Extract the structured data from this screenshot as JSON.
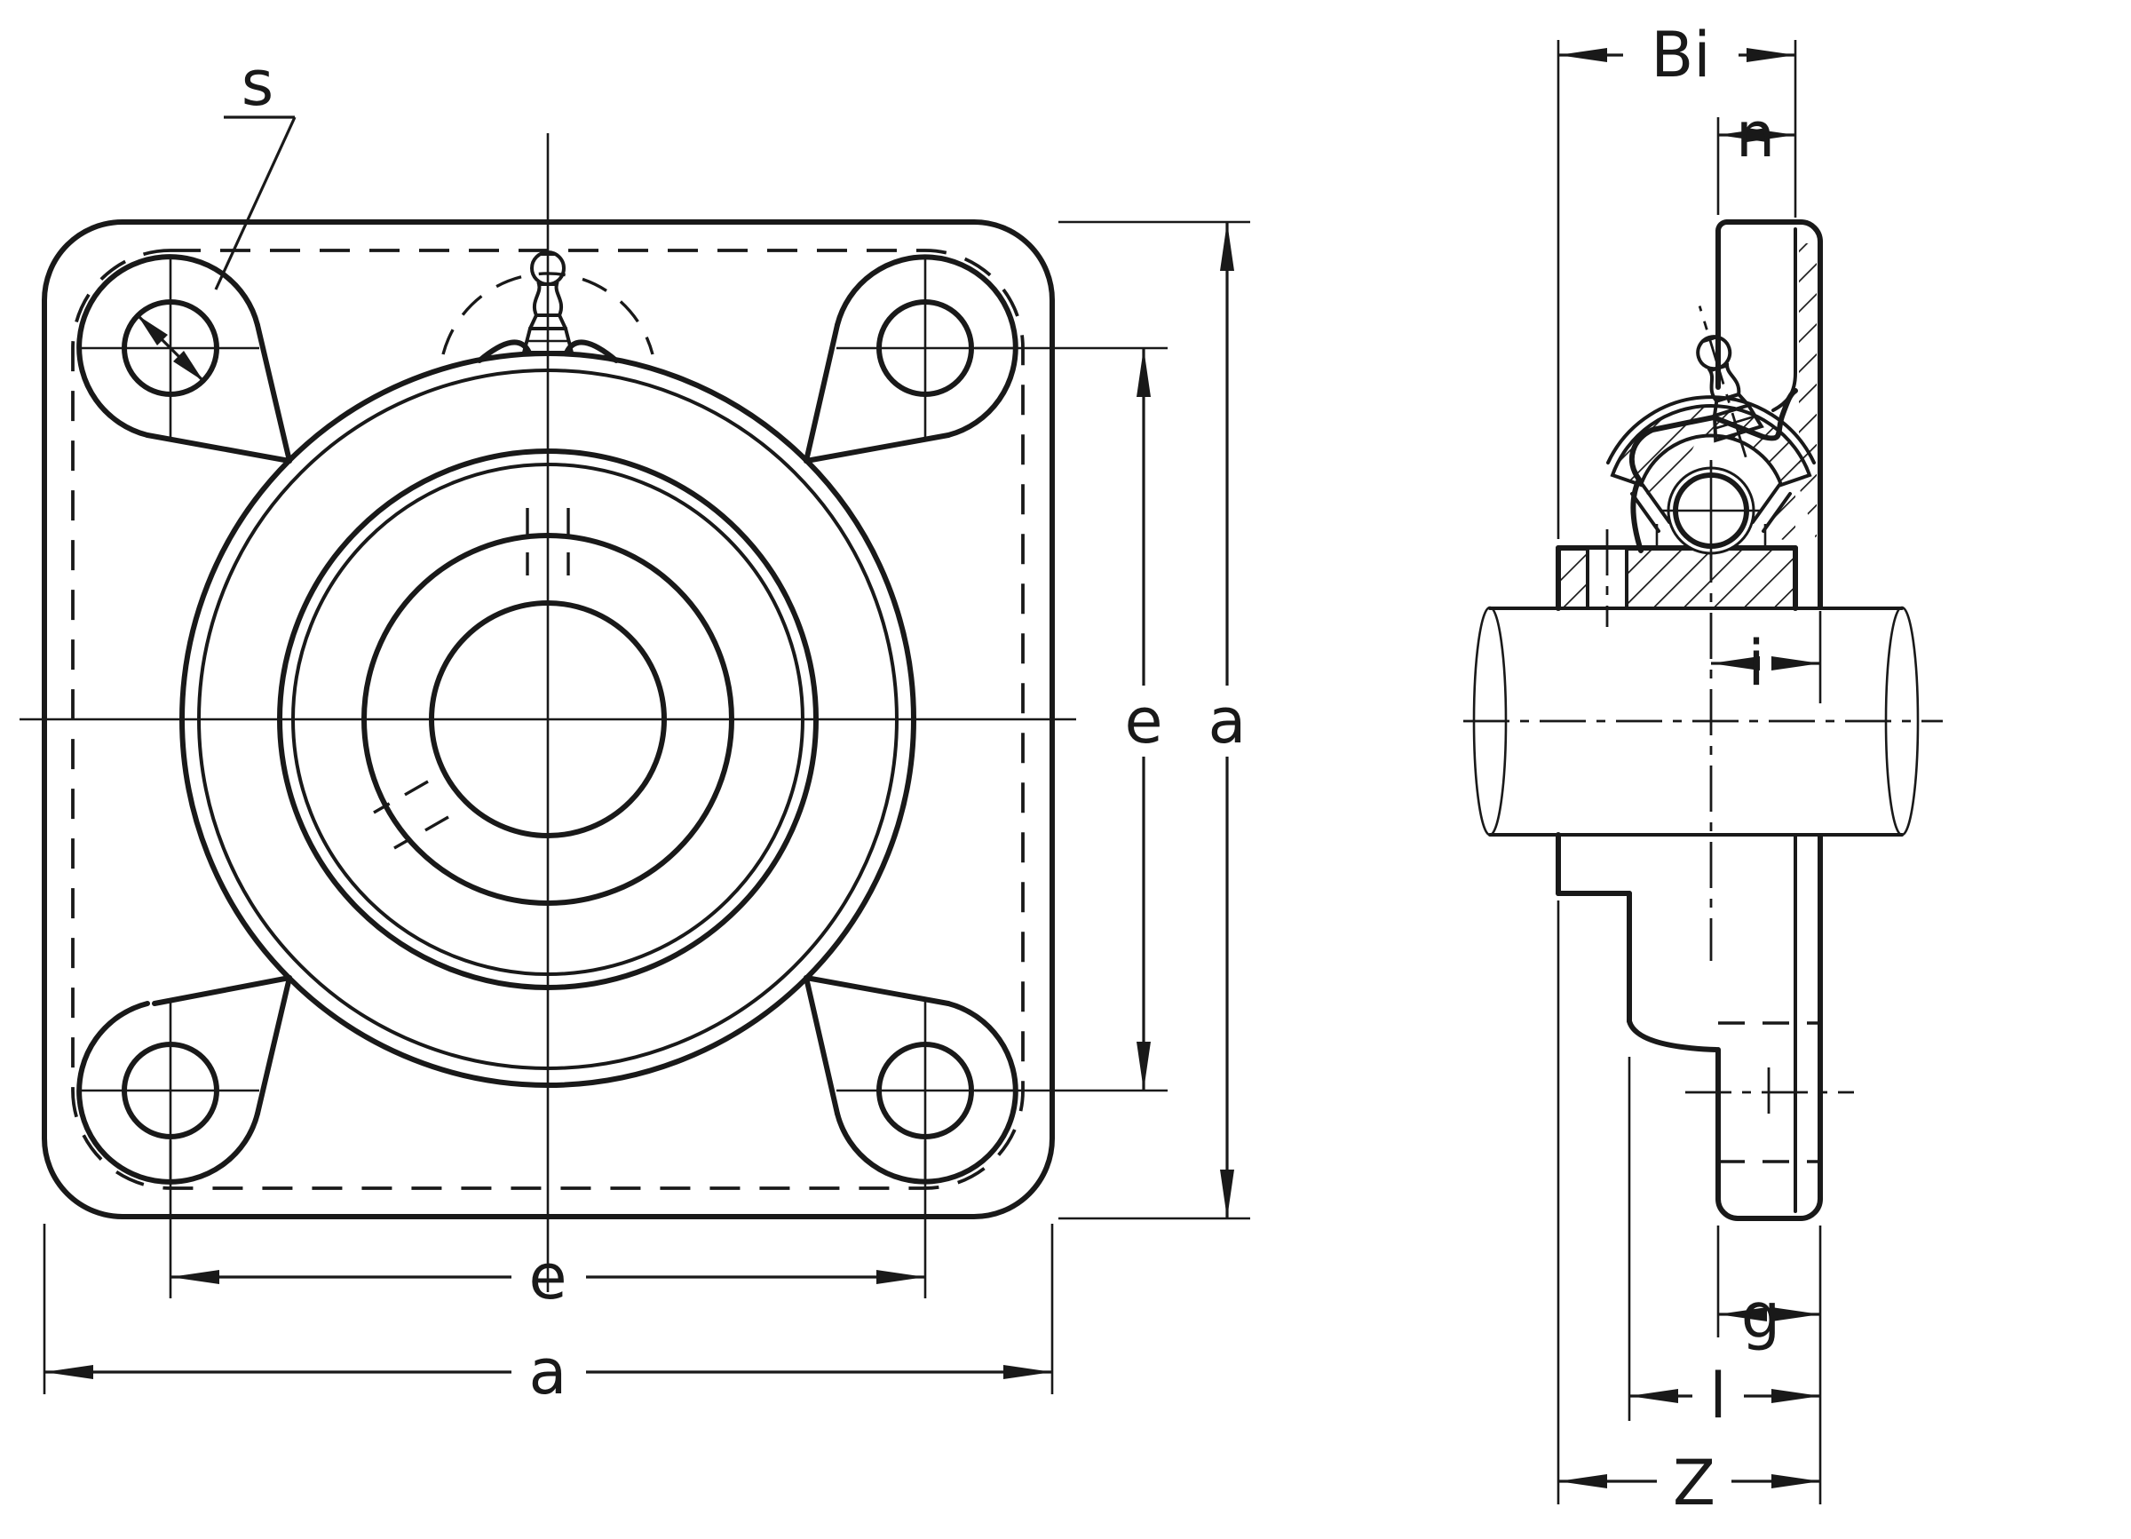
{
  "colors": {
    "ink": "#191919",
    "background": "#ffffff"
  },
  "figure": {
    "kind": "engineering-drawing",
    "subject": "4-bolt square flange bearing unit, front view and sectioned side view",
    "views": {
      "front": "front-view",
      "side": "side-section-view"
    }
  },
  "labels": {
    "bolt_hole_dia": "s",
    "e_right": "e",
    "a_right": "a",
    "e_bottom": "e",
    "a_bottom": "a",
    "inner_ring_width": "Bi",
    "protrusion": "n",
    "center_to_face": "i",
    "flange_thickness": "g",
    "hub_width": "l",
    "total_width": "Z"
  }
}
